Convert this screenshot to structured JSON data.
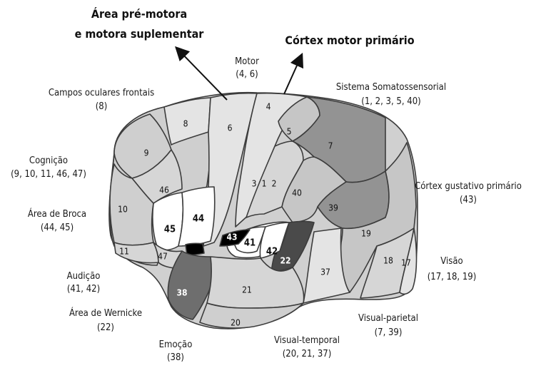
{
  "titles": {
    "premotor_line1": "Área pré-motora",
    "premotor_line2": "e motora suplementar",
    "primary_motor": "Córtex motor primário"
  },
  "labels": {
    "motor": {
      "name": "Motor",
      "areas": "(4, 6)"
    },
    "frontal_eye": {
      "name": "Campos oculares frontais",
      "areas": "(8)"
    },
    "somato": {
      "name": "Sistema Somatossensorial",
      "areas": "(1, 2, 3, 5, 40)"
    },
    "cognition": {
      "name": "Cognição",
      "areas": "(9, 10, 11, 46, 47)"
    },
    "gustatory": {
      "name": "Córtex gustativo primário",
      "areas": "(43)"
    },
    "broca": {
      "name": "Área de Broca",
      "areas": "(44, 45)"
    },
    "vision": {
      "name": "Visão",
      "areas": "(17, 18, 19)"
    },
    "hearing": {
      "name": "Audição",
      "areas": "(41, 42)"
    },
    "wernicke": {
      "name": "Área de Wernicke",
      "areas": "(22)"
    },
    "visual_parietal": {
      "name": "Visual-parietal",
      "areas": "(7, 39)"
    },
    "emotion": {
      "name": "Emoção",
      "areas": "(38)"
    },
    "visual_temporal": {
      "name": "Visual-temporal",
      "areas": "(20, 21, 37)"
    }
  },
  "areas": [
    "8",
    "6",
    "4",
    "5",
    "7",
    "9",
    "46",
    "10",
    "44",
    "45",
    "43",
    "41",
    "42",
    "3",
    "1",
    "2",
    "40",
    "39",
    "19",
    "18",
    "17",
    "11",
    "47",
    "22",
    "38",
    "21",
    "20",
    "37"
  ],
  "colors": {
    "outline": "#3c3c3c",
    "light": "#e4e4e4",
    "mid": "#c6c6c6",
    "dark": "#939393",
    "darker": "#6e6e6e",
    "darkest": "#4a4a4a",
    "black": "#000000",
    "white": "#ffffff"
  }
}
